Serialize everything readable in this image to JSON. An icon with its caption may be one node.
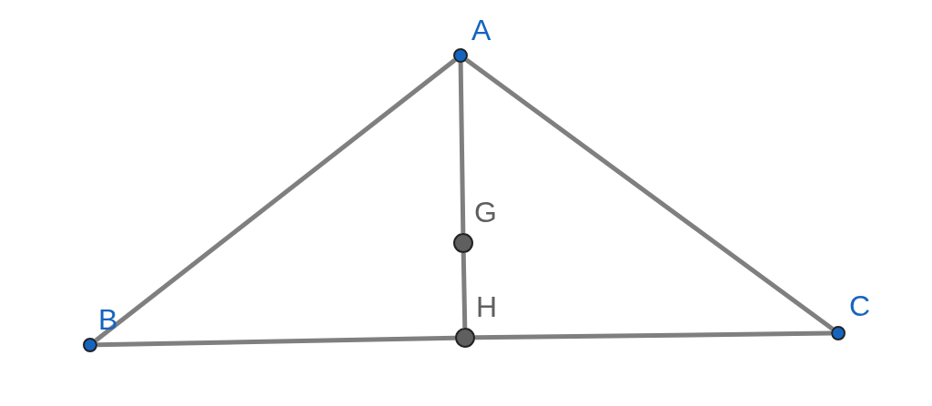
{
  "diagram": {
    "nodes": [
      {
        "text": [
          "A"
        ]
      },
      {
        "text": [
          "B"
        ]
      },
      {
        "text": [
          "C"
        ]
      },
      {
        "text": [
          "G"
        ]
      },
      {
        "text": [
          "H"
        ]
      }
    ],
    "edges": [
      {
        "from": 0,
        "to": 1,
        "arrow": "none"
      },
      {
        "from": 0,
        "to": 2,
        "arrow": "none"
      },
      {
        "from": 1,
        "to": 4,
        "arrow": "none"
      },
      {
        "from": 4,
        "to": 2,
        "arrow": "none"
      },
      {
        "from": 0,
        "to": 3,
        "arrow": "none"
      },
      {
        "from": 3,
        "to": 4,
        "arrow": "none"
      }
    ]
  }
}
